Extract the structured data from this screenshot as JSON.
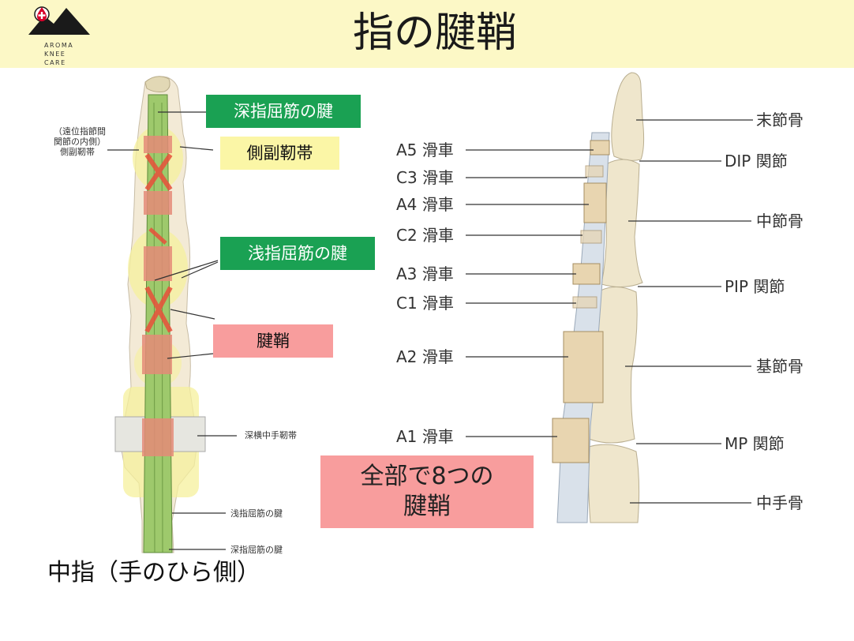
{
  "logo": {
    "text_line1": "AROMA",
    "text_line2": "KNEE",
    "text_line3": "CARE"
  },
  "title": "指の腱鞘",
  "left_figure": {
    "small_labels": {
      "collateral_ligament_line1": "（遠位指節間",
      "collateral_ligament_line2": "関節の内側）",
      "collateral_ligament_line3": "側副靭帯",
      "deep_transverse": "深横中手靭帯",
      "fds_tendon": "浅指屈筋の腱",
      "fdp_tendon": "深指屈筋の腱"
    },
    "boxes": {
      "fdp": "深指屈筋の腱",
      "collateral": "側副靭帯",
      "fds": "浅指屈筋の腱",
      "sheath": "腱鞘"
    },
    "colors": {
      "green": "#1aa153",
      "yellow": "#fbf6a6",
      "pink": "#f89d9d"
    }
  },
  "right_figure": {
    "pulleys": [
      "A5 滑車",
      "C3 滑車",
      "A4 滑車",
      "C2 滑車",
      "A3 滑車",
      "C1 滑車",
      "A2 滑車",
      "A1 滑車"
    ],
    "bones_joints": [
      "末節骨",
      "DIP 関節",
      "中節骨",
      "PIP 関節",
      "基節骨",
      "MP 関節",
      "中手骨"
    ]
  },
  "summary": {
    "line1": "全部で8つの",
    "line2": "腱鞘"
  },
  "caption": "中指（手のひら側）"
}
